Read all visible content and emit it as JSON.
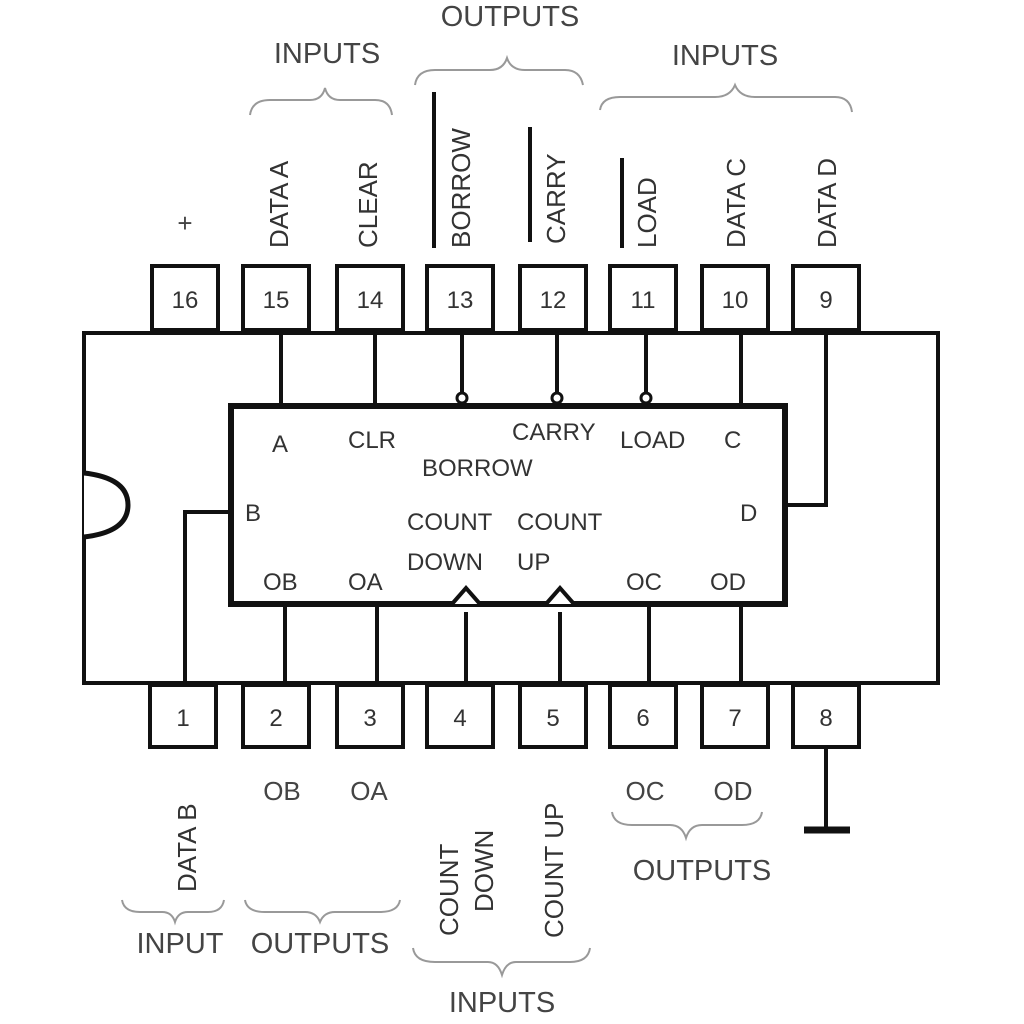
{
  "top_groups": {
    "left_inputs": "INPUTS",
    "outputs": "OUTPUTS",
    "right_inputs": "INPUTS"
  },
  "top_pins": [
    {
      "number": "16",
      "label": "",
      "mark": "+"
    },
    {
      "number": "15",
      "label": "DATA A"
    },
    {
      "number": "14",
      "label": "CLEAR"
    },
    {
      "number": "13",
      "label": "BORROW",
      "overbar": true
    },
    {
      "number": "12",
      "label": "CARRY",
      "overbar": true
    },
    {
      "number": "11",
      "label": "LOAD",
      "overbar": true
    },
    {
      "number": "10",
      "label": "DATA C"
    },
    {
      "number": "9",
      "label": "DATA D"
    }
  ],
  "bottom_pins": [
    {
      "number": "1",
      "label": "DATA B"
    },
    {
      "number": "2",
      "label": "OB"
    },
    {
      "number": "3",
      "label": "OA"
    },
    {
      "number": "4",
      "label_line1": "COUNT",
      "label_line2": "DOWN"
    },
    {
      "number": "5",
      "label": "COUNT UP"
    },
    {
      "number": "6",
      "label": "OC"
    },
    {
      "number": "7",
      "label": "OD"
    },
    {
      "number": "8",
      "label": ""
    }
  ],
  "bottom_groups": {
    "input": "INPUT",
    "outputs_left": "OUTPUTS",
    "inputs": "INPUTS",
    "outputs_right": "OUTPUTS"
  },
  "inner_block": {
    "a": "A",
    "clr": "CLR",
    "carry": "CARRY",
    "load": "LOAD",
    "c": "C",
    "borrow": "BORROW",
    "b": "B",
    "d": "D",
    "count_down_1": "COUNT",
    "count_down_2": "DOWN",
    "count_up_1": "COUNT",
    "count_up_2": "UP",
    "ob": "OB",
    "oa": "OA",
    "oc": "OC",
    "od": "OD"
  }
}
